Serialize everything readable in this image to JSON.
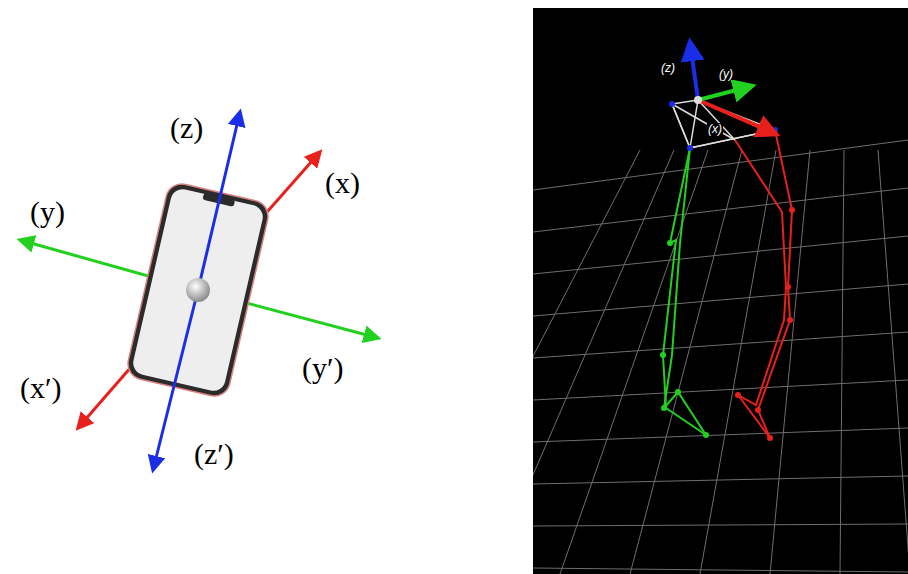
{
  "diagram": {
    "labels": [
      "(z)",
      "(x)",
      "(y)",
      "(x′)",
      "(y′)",
      "(z′)",
      "(z)",
      "(y)",
      "(x)"
    ]
  }
}
